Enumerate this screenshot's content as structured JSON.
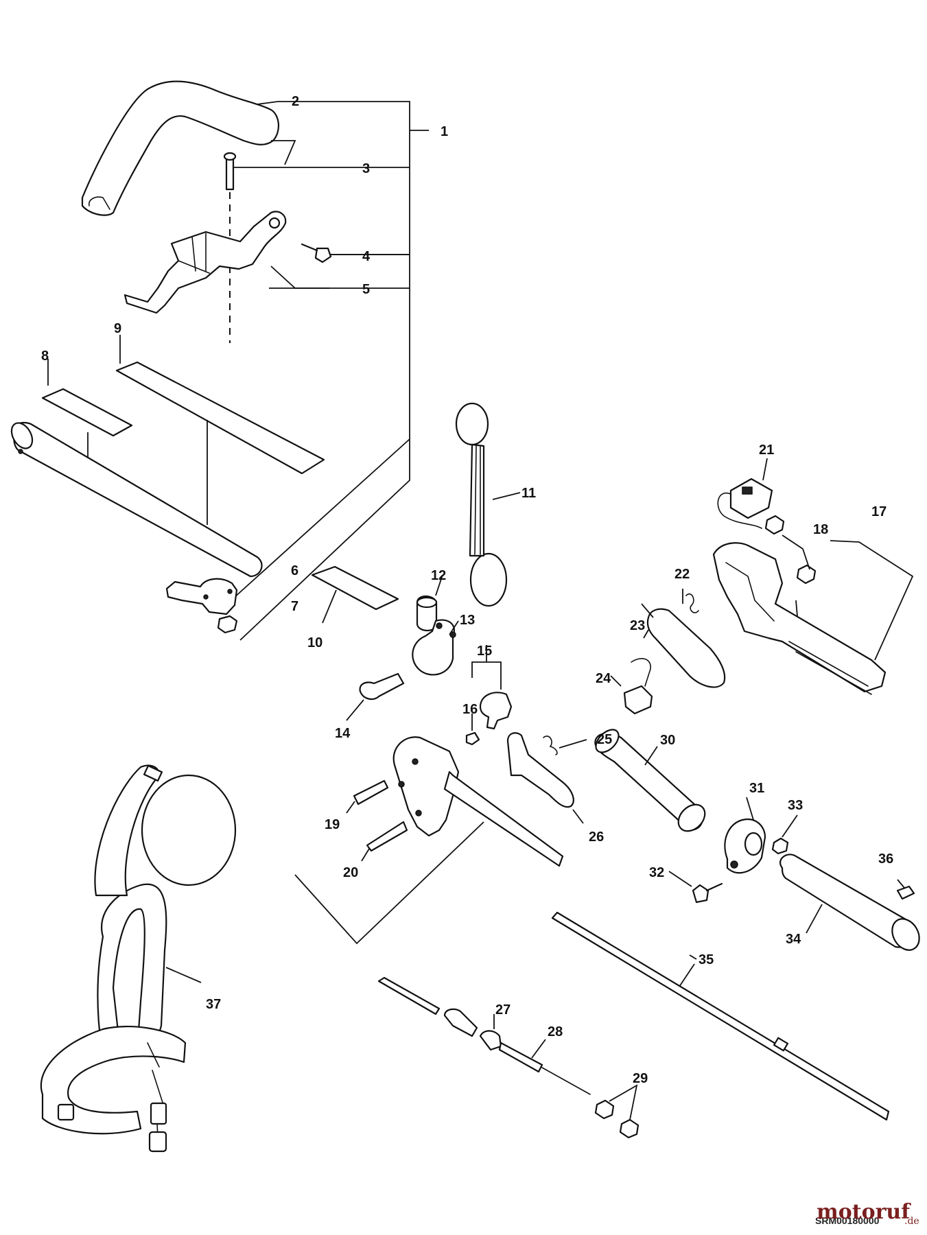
{
  "labels": {
    "n1": "1",
    "n2": "2",
    "n3": "3",
    "n4": "4",
    "n5": "5",
    "n6": "6",
    "n7": "7",
    "n8": "8",
    "n9": "9",
    "n10": "10",
    "n11": "11",
    "n12": "12",
    "n13": "13",
    "n14": "14",
    "n15": "15",
    "n16": "16",
    "n17": "17",
    "n18": "18",
    "n19": "19",
    "n20": "20",
    "n21": "21",
    "n22": "22",
    "n23": "23",
    "n24": "24",
    "n25": "25",
    "n26": "26",
    "n27": "27",
    "n28": "28",
    "n29": "29",
    "n30": "30",
    "n31": "31",
    "n32": "32",
    "n33": "33",
    "n34": "34",
    "n35": "35",
    "n36": "36",
    "n37": "37"
  },
  "footer": {
    "drawing_code": "SRM00180000",
    "watermark_brand": "motoruf",
    "watermark_suffix": ".de"
  }
}
